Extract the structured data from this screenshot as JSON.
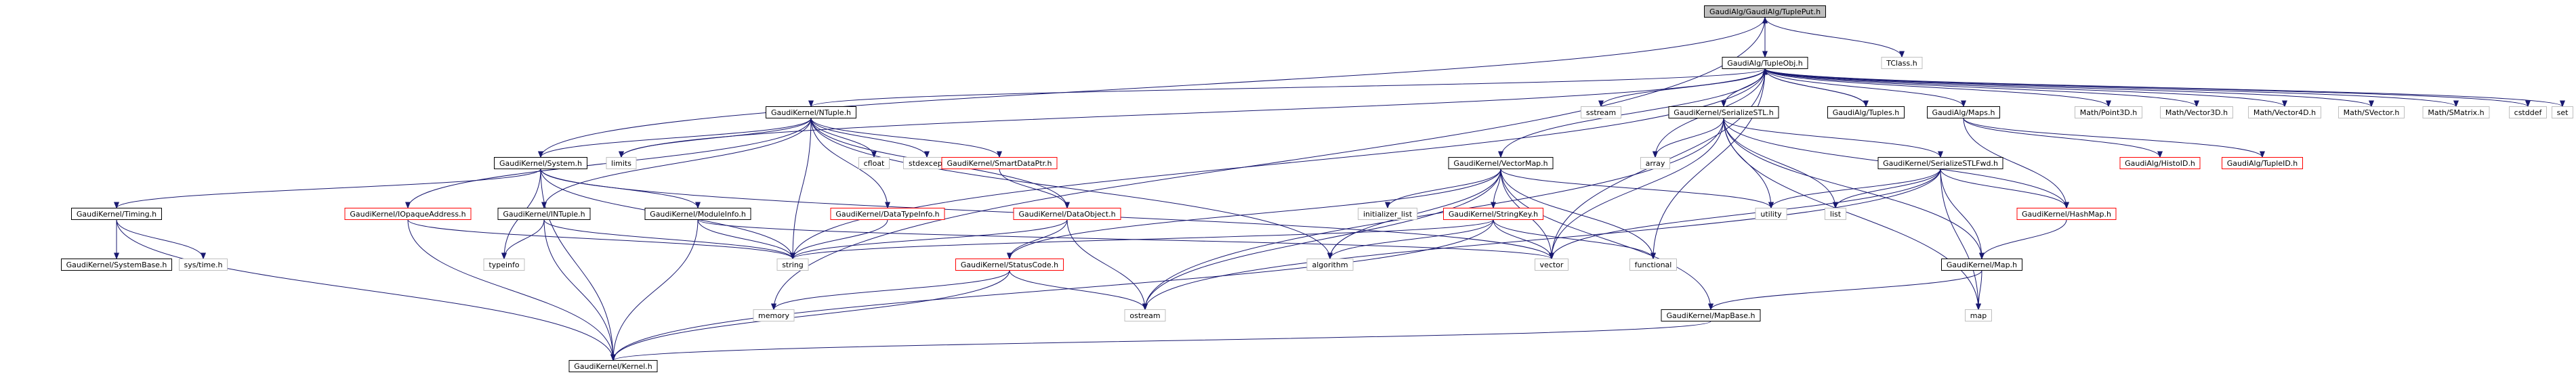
{
  "colors": {
    "edge": "#191970",
    "node_border": "#000000",
    "node_border_missing": "#bfbfbf",
    "node_border_undocumented": "#ff0000",
    "root_fill": "#bfbfbf",
    "text": "#000000"
  },
  "nodes": [
    {
      "id": "tupleput",
      "label": "GaudiAlg/GaudiAlg/TuplePut.h",
      "style": "root"
    },
    {
      "id": "tupleobj",
      "label": "GaudiAlg/TupleObj.h",
      "style": "normal"
    },
    {
      "id": "tclass",
      "label": "TClass.h",
      "style": "missing"
    },
    {
      "id": "ntuple",
      "label": "GaudiKernel/NTuple.h",
      "style": "normal"
    },
    {
      "id": "serializestl",
      "label": "GaudiKernel/SerializeSTL.h",
      "style": "normal"
    },
    {
      "id": "tuples",
      "label": "GaudiAlg/Tuples.h",
      "style": "normal"
    },
    {
      "id": "maps",
      "label": "GaudiAlg/Maps.h",
      "style": "normal"
    },
    {
      "id": "sstream",
      "label": "sstream",
      "style": "missing"
    },
    {
      "id": "point3d",
      "label": "Math/Point3D.h",
      "style": "missing"
    },
    {
      "id": "vector3d",
      "label": "Math/Vector3D.h",
      "style": "missing"
    },
    {
      "id": "vector4d",
      "label": "Math/Vector4D.h",
      "style": "missing"
    },
    {
      "id": "svector",
      "label": "Math/SVector.h",
      "style": "missing"
    },
    {
      "id": "smatrix",
      "label": "Math/SMatrix.h",
      "style": "missing"
    },
    {
      "id": "cstddef",
      "label": "cstddef",
      "style": "missing"
    },
    {
      "id": "set",
      "label": "set",
      "style": "missing"
    },
    {
      "id": "system",
      "label": "GaudiKernel/System.h",
      "style": "normal"
    },
    {
      "id": "limits",
      "label": "limits",
      "style": "missing"
    },
    {
      "id": "cfloat",
      "label": "cfloat",
      "style": "missing"
    },
    {
      "id": "stdexcept",
      "label": "stdexcept",
      "style": "missing"
    },
    {
      "id": "smartdataptr",
      "label": "GaudiKernel/SmartDataPtr.h",
      "style": "undocumented"
    },
    {
      "id": "vectormap",
      "label": "GaudiKernel/VectorMap.h",
      "style": "normal"
    },
    {
      "id": "array",
      "label": "array",
      "style": "missing"
    },
    {
      "id": "serializestlfwd",
      "label": "GaudiKernel/SerializeSTLFwd.h",
      "style": "normal"
    },
    {
      "id": "histoid",
      "label": "GaudiAlg/HistoID.h",
      "style": "undocumented"
    },
    {
      "id": "tupleid",
      "label": "GaudiAlg/TupleID.h",
      "style": "undocumented"
    },
    {
      "id": "timing",
      "label": "GaudiKernel/Timing.h",
      "style": "normal"
    },
    {
      "id": "iopaqueaddress",
      "label": "GaudiKernel/IOpaqueAddress.h",
      "style": "undocumented"
    },
    {
      "id": "intuple",
      "label": "GaudiKernel/INTuple.h",
      "style": "normal"
    },
    {
      "id": "moduleinfo",
      "label": "GaudiKernel/ModuleInfo.h",
      "style": "normal"
    },
    {
      "id": "datatypeinfo",
      "label": "GaudiKernel/DataTypeInfo.h",
      "style": "undocumented"
    },
    {
      "id": "dataobject",
      "label": "GaudiKernel/DataObject.h",
      "style": "undocumented"
    },
    {
      "id": "initlist",
      "label": "initializer_list",
      "style": "missing"
    },
    {
      "id": "stringkey",
      "label": "GaudiKernel/StringKey.h",
      "style": "undocumented"
    },
    {
      "id": "utility",
      "label": "utility",
      "style": "missing"
    },
    {
      "id": "list",
      "label": "list",
      "style": "missing"
    },
    {
      "id": "hashmap",
      "label": "GaudiKernel/HashMap.h",
      "style": "undocumented"
    },
    {
      "id": "systembase",
      "label": "GaudiKernel/SystemBase.h",
      "style": "normal"
    },
    {
      "id": "systime",
      "label": "sys/time.h",
      "style": "missing"
    },
    {
      "id": "typeinfo",
      "label": "typeinfo",
      "style": "missing"
    },
    {
      "id": "string",
      "label": "string",
      "style": "missing"
    },
    {
      "id": "statuscode",
      "label": "GaudiKernel/StatusCode.h",
      "style": "undocumented"
    },
    {
      "id": "algorithm",
      "label": "algorithm",
      "style": "missing"
    },
    {
      "id": "vector",
      "label": "vector",
      "style": "missing"
    },
    {
      "id": "functional",
      "label": "functional",
      "style": "missing"
    },
    {
      "id": "gkmap",
      "label": "GaudiKernel/Map.h",
      "style": "normal"
    },
    {
      "id": "memory",
      "label": "memory",
      "style": "missing"
    },
    {
      "id": "ostream",
      "label": "ostream",
      "style": "missing"
    },
    {
      "id": "mapbase",
      "label": "GaudiKernel/MapBase.h",
      "style": "normal"
    },
    {
      "id": "map",
      "label": "map",
      "style": "missing"
    },
    {
      "id": "kernel",
      "label": "GaudiKernel/Kernel.h",
      "style": "normal"
    }
  ],
  "edges": [
    [
      "tupleput",
      "tupleobj"
    ],
    [
      "tupleput",
      "tclass"
    ],
    [
      "tupleput",
      "system"
    ],
    [
      "tupleput",
      "memory"
    ],
    [
      "tupleobj",
      "tupleput"
    ],
    [
      "tupleobj",
      "ntuple"
    ],
    [
      "tupleobj",
      "serializestl"
    ],
    [
      "tupleobj",
      "tuples"
    ],
    [
      "tupleobj",
      "maps"
    ],
    [
      "tupleobj",
      "sstream"
    ],
    [
      "tupleobj",
      "point3d"
    ],
    [
      "tupleobj",
      "vector3d"
    ],
    [
      "tupleobj",
      "vector4d"
    ],
    [
      "tupleobj",
      "svector"
    ],
    [
      "tupleobj",
      "smatrix"
    ],
    [
      "tupleobj",
      "cstddef"
    ],
    [
      "tupleobj",
      "set"
    ],
    [
      "tupleobj",
      "limits"
    ],
    [
      "tupleobj",
      "vectormap"
    ],
    [
      "tupleobj",
      "array"
    ],
    [
      "tupleobj",
      "string"
    ],
    [
      "tupleobj",
      "functional"
    ],
    [
      "tupleobj",
      "vector"
    ],
    [
      "tuples",
      "tupleobj"
    ],
    [
      "ntuple",
      "system"
    ],
    [
      "ntuple",
      "limits"
    ],
    [
      "ntuple",
      "cfloat"
    ],
    [
      "ntuple",
      "stdexcept"
    ],
    [
      "ntuple",
      "smartdataptr"
    ],
    [
      "ntuple",
      "intuple"
    ],
    [
      "ntuple",
      "iopaqueaddress"
    ],
    [
      "ntuple",
      "datatypeinfo"
    ],
    [
      "ntuple",
      "dataobject"
    ],
    [
      "ntuple",
      "string"
    ],
    [
      "ntuple",
      "algorithm"
    ],
    [
      "serializestl",
      "serializestlfwd"
    ],
    [
      "serializestl",
      "array"
    ],
    [
      "serializestl",
      "utility"
    ],
    [
      "serializestl",
      "list"
    ],
    [
      "serializestl",
      "map"
    ],
    [
      "serializestl",
      "hashmap"
    ],
    [
      "serializestl",
      "gkmap"
    ],
    [
      "serializestl",
      "vector"
    ],
    [
      "serializestl",
      "ostream"
    ],
    [
      "maps",
      "histoid"
    ],
    [
      "maps",
      "tupleid"
    ],
    [
      "maps",
      "hashmap"
    ],
    [
      "system",
      "timing"
    ],
    [
      "system",
      "moduleinfo"
    ],
    [
      "system",
      "typeinfo"
    ],
    [
      "system",
      "string"
    ],
    [
      "system",
      "kernel"
    ],
    [
      "system",
      "vector"
    ],
    [
      "smartdataptr",
      "dataobject"
    ],
    [
      "vectormap",
      "initlist"
    ],
    [
      "vectormap",
      "stringkey"
    ],
    [
      "vectormap",
      "utility"
    ],
    [
      "vectormap",
      "algorithm"
    ],
    [
      "vectormap",
      "vector"
    ],
    [
      "vectormap",
      "functional"
    ],
    [
      "vectormap",
      "ostream"
    ],
    [
      "vectormap",
      "mapbase"
    ],
    [
      "vectormap",
      "statuscode"
    ],
    [
      "serializestlfwd",
      "utility"
    ],
    [
      "serializestlfwd",
      "list"
    ],
    [
      "serializestlfwd",
      "hashmap"
    ],
    [
      "serializestlfwd",
      "gkmap"
    ],
    [
      "serializestlfwd",
      "map"
    ],
    [
      "serializestlfwd",
      "vector"
    ],
    [
      "serializestlfwd",
      "ostream"
    ],
    [
      "timing",
      "systembase"
    ],
    [
      "timing",
      "systime"
    ],
    [
      "timing",
      "kernel"
    ],
    [
      "iopaqueaddress",
      "string"
    ],
    [
      "iopaqueaddress",
      "kernel"
    ],
    [
      "intuple",
      "string"
    ],
    [
      "intuple",
      "typeinfo"
    ],
    [
      "intuple",
      "kernel"
    ],
    [
      "moduleinfo",
      "string"
    ],
    [
      "moduleinfo",
      "vector"
    ],
    [
      "moduleinfo",
      "kernel"
    ],
    [
      "datatypeinfo",
      "string"
    ],
    [
      "dataobject",
      "statuscode"
    ],
    [
      "dataobject",
      "string"
    ],
    [
      "dataobject",
      "ostream"
    ],
    [
      "stringkey",
      "string"
    ],
    [
      "stringkey",
      "functional"
    ],
    [
      "stringkey",
      "algorithm"
    ],
    [
      "stringkey",
      "vector"
    ],
    [
      "stringkey",
      "kernel"
    ],
    [
      "hashmap",
      "gkmap"
    ],
    [
      "statuscode",
      "ostream"
    ],
    [
      "statuscode",
      "memory"
    ],
    [
      "statuscode",
      "kernel"
    ],
    [
      "gkmap",
      "mapbase"
    ],
    [
      "gkmap",
      "map"
    ],
    [
      "mapbase",
      "kernel"
    ]
  ]
}
